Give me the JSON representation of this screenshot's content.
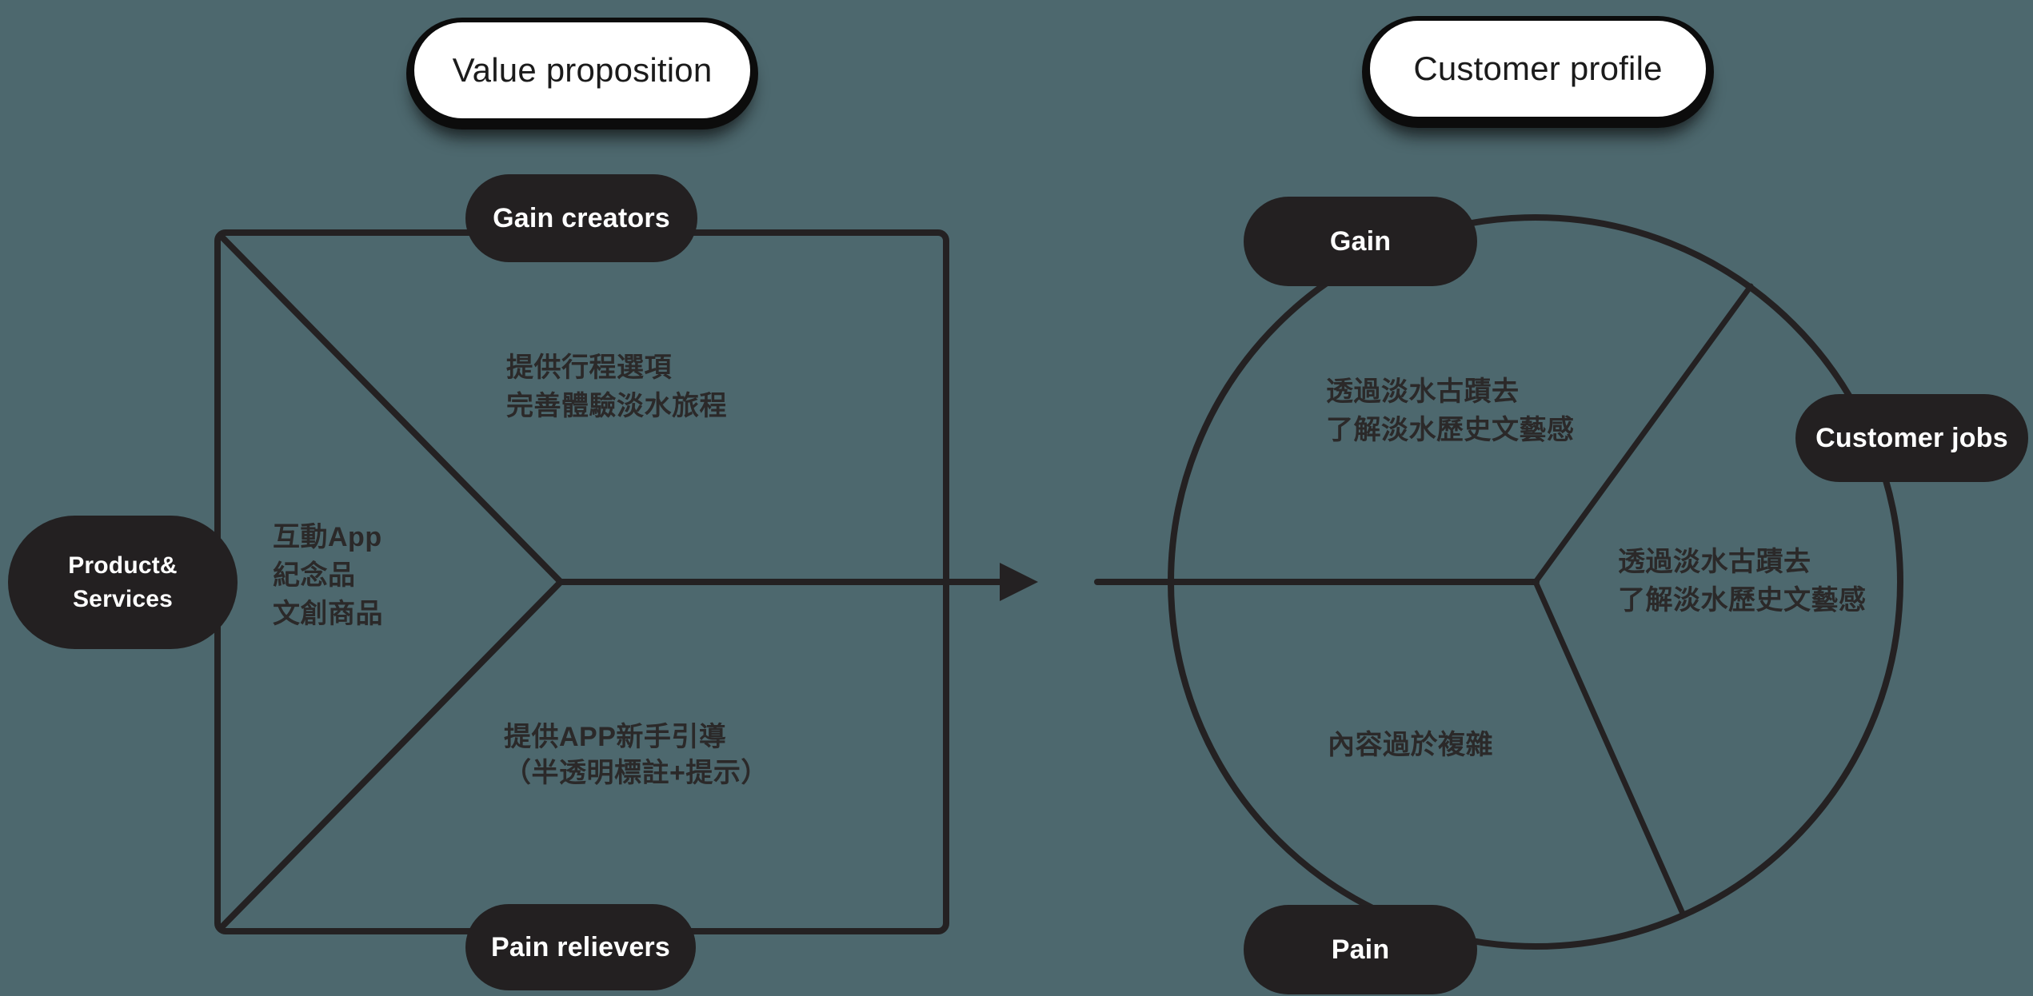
{
  "canvas": {
    "background_color": "#4d686e",
    "ink_color": "#242122",
    "pill_dark_color": "#232021",
    "pill_dark_text_color": "#ffffff",
    "title_pill_bg": "#ffffff",
    "title_pill_text_color": "#1b1b1b",
    "note_text_color": "#2b2929"
  },
  "value_proposition": {
    "title": "Value proposition",
    "gain_creators": {
      "label": "Gain creators",
      "note": "提供行程選項\n完善體驗淡水旅程"
    },
    "product_services": {
      "label": "Product&\nServices",
      "note": "互動App\n紀念品\n文創商品"
    },
    "pain_relievers": {
      "label": "Pain relievers",
      "note": "提供APP新手引導\n（半透明標註+提示）"
    }
  },
  "customer_profile": {
    "title": "Customer profile",
    "gain": {
      "label": "Gain",
      "note": "透過淡水古蹟去\n了解淡水歷史文藝感"
    },
    "customer_jobs": {
      "label": "Customer jobs",
      "note": "透過淡水古蹟去\n了解淡水歷史文藝感"
    },
    "pain": {
      "label": "Pain",
      "note": "內容過於複雜"
    }
  }
}
